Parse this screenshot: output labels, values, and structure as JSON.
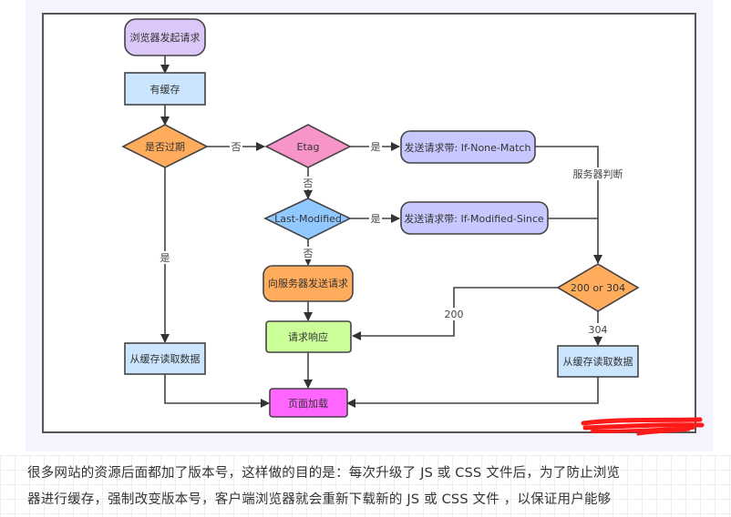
{
  "diagram": {
    "nodes": {
      "start": "浏览器发起请求",
      "has_cache": "有缓存",
      "expired": "是否过期",
      "etag": "Etag",
      "if_none_match": "发送请求带: If-None-Match",
      "last_modified": "Last-Modified",
      "if_modified_since": "发送请求带: If-Modified-Since",
      "send_request": "向服务器发送请求",
      "status_check": "200 or 304",
      "response": "请求响应",
      "read_cache_left": "从缓存读取数据",
      "read_cache_right": "从缓存读取数据",
      "page_load": "页面加载"
    },
    "edge_labels": {
      "expired_no": "否",
      "expired_yes": "是",
      "etag_yes": "是",
      "etag_no": "否",
      "lm_yes": "是",
      "lm_no": "否",
      "server_judge": "服务器判断",
      "code_200": "200",
      "code_304": "304"
    },
    "colors": {
      "purple_start": "#dcc8f8",
      "blue_box": "#cce5ff",
      "orange": "#ffad5c",
      "pink": "#f794c8",
      "lavender": "#c8c8ff",
      "sky_blue": "#90c8ff",
      "green": "#ccff99",
      "magenta": "#ff66ff",
      "stroke": "#444444"
    }
  },
  "article": {
    "line1": "很多网站的资源后面都加了版本号，这样做的目的是：每次升级了 JS 或 CSS 文件后，为了防止浏览",
    "line2": "器进行缓存，强制改变版本号，客户端浏览器就会重新下载新的 JS 或 CSS 文件 ，以保证用户能够"
  }
}
